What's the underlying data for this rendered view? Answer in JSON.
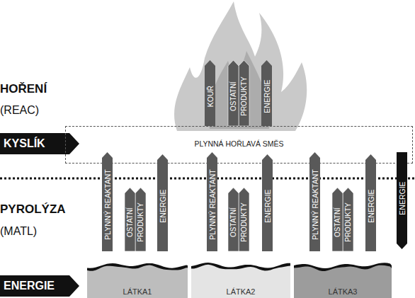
{
  "diagram": {
    "nodes": [
      {
        "text": [
          "KOUŘ"
        ]
      },
      {
        "text": [
          "OSTATNÍ PRODUKTY"
        ]
      },
      {
        "text": [
          "ENERGIE"
        ]
      },
      {
        "text": [
          "KYSLÍK"
        ]
      },
      {
        "text": [
          "PLYNNÁ HOŘLAVÁ SMĚS"
        ]
      },
      {
        "text": [
          "PLYNNÝ REAKTANT"
        ]
      },
      {
        "text": [
          "OSTATNÍ PRODUKTY"
        ]
      },
      {
        "text": [
          "ENERGIE"
        ]
      },
      {
        "text": [
          "PLYNNÝ REAKTANT"
        ]
      },
      {
        "text": [
          "OSTATNÍ PRODUKTY"
        ]
      },
      {
        "text": [
          "ENERGIE"
        ]
      },
      {
        "text": [
          "PLYNNÝ REAKTANT"
        ]
      },
      {
        "text": [
          "OSTATNÍ PRODUKTY"
        ]
      },
      {
        "text": [
          "ENERGIE"
        ]
      },
      {
        "text": [
          "ENERGIE"
        ]
      },
      {
        "text": [
          "ENERGIE"
        ]
      },
      {
        "text": [
          "LÁTKA1"
        ]
      },
      {
        "text": [
          "LÁTKA2"
        ]
      },
      {
        "text": [
          "LÁTKA3"
        ]
      }
    ],
    "labels": [
      "HOŘENÍ",
      "(REAC)",
      "PYROLÝZA",
      "(MATL)"
    ]
  }
}
